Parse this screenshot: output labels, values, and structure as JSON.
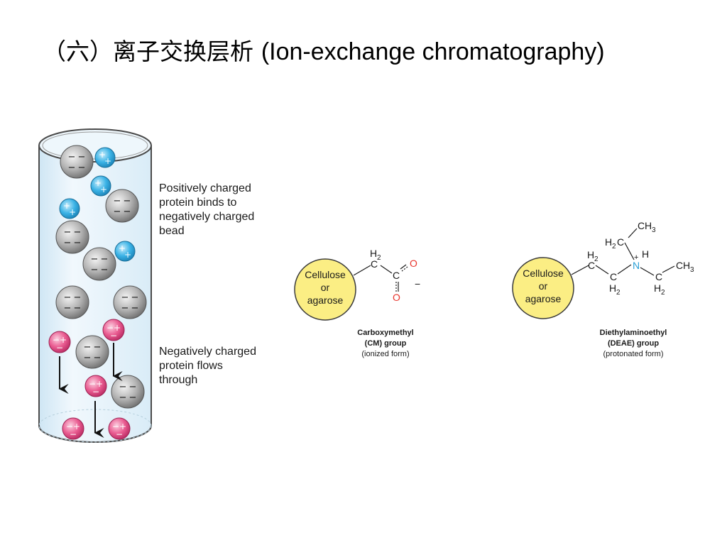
{
  "title": {
    "chinese": "（六）离子交换层析",
    "english": "(Ion-exchange chromatography)"
  },
  "column_panel": {
    "label_positive": [
      "Positively charged",
      "protein binds to",
      "negatively charged",
      "bead"
    ],
    "label_negative": [
      "Negatively charged",
      "protein flows",
      "through"
    ]
  },
  "cm_panel": {
    "bead_text": [
      "Cellulose",
      "or",
      "agarose"
    ],
    "atoms": {
      "h2": "H",
      "h2_sub": "2",
      "c": "C",
      "o": "O",
      "minus": "−"
    },
    "caption_name": "Carboxymethyl",
    "caption_group": "(CM) group",
    "caption_form": "(ionized form)"
  },
  "deae_panel": {
    "bead_text": [
      "Cellulose",
      "or",
      "agarose"
    ],
    "atoms": {
      "h": "H",
      "sub2": "2",
      "sub3": "3",
      "c": "C",
      "n": "N",
      "plus": "+"
    },
    "caption_name": "Diethylaminoethyl",
    "caption_group": "(DEAE) group",
    "caption_form": "(protonated form)"
  },
  "colors": {
    "column_fill": "#e6f3fb",
    "bead_gray": "#b0b0b0",
    "protein_blue": "#29a9e0",
    "protein_pink": "#e2457f",
    "cm_oxygen": "#e8352c",
    "deae_nitrogen": "#2a9fd6",
    "bead_yellow": "#fbee84"
  }
}
